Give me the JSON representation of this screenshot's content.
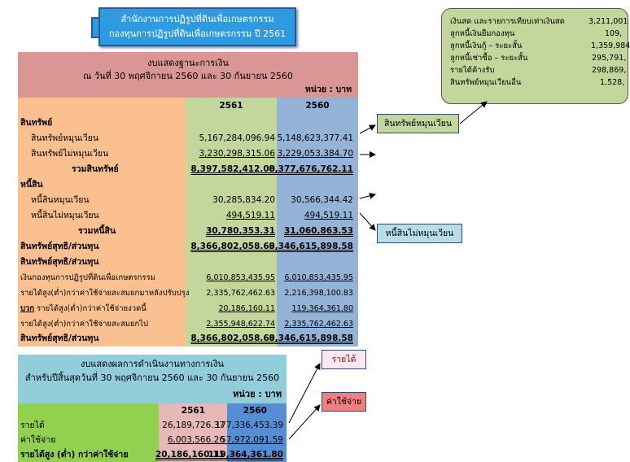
{
  "title": {
    "line1": "สำนักงานการปฏิรูปที่ดินเพื่อเกษตรกรรม",
    "line2": "กองทุนการปฏิรูปที่ดินเพื่อเกษตรกรรม  ปี 2561"
  },
  "balance_sheet": {
    "title": "งบแสดงฐานะการเงิน",
    "subtitle": "ณ  วันที่ 30 พฤศจิกายน 2560 และ 30 กันยายน 2560",
    "unit": "หน่วย : บาท",
    "col_a": "2561",
    "col_b": "2560",
    "rows": [
      {
        "label": "สินทรัพย์",
        "a": "",
        "b": ""
      },
      {
        "label": "สินทรัพย์หมุนเวียน",
        "a": "5,167,284,096.94",
        "b": "5,148,623,377.41"
      },
      {
        "label": "สินทรัพย์ไม่หมุนเวียน",
        "a": "3,230,298,315.06",
        "b": "3,229,053,384.70"
      },
      {
        "label": "รวมสินทรัพย์",
        "a": "8,397,582,412.00",
        "b": "8,377,676,762.11"
      },
      {
        "label": "หนี้สิน",
        "a": "",
        "b": ""
      },
      {
        "label": "หนี้สินหมุนเวียน",
        "a": "30,285,834.20",
        "b": "30,566,344.42"
      },
      {
        "label": "หนี้สินไม่หมุนเวียน",
        "a": "494,519.11",
        "b": "494,519.11"
      },
      {
        "label": "รวมหนี้สิน",
        "a": "30,780,353.31",
        "b": "31,060,863.53"
      },
      {
        "label": "สินทรัพย์สุทธิ/ส่วนทุน",
        "a": "8,366,802,058.69",
        "b": "8,346,615,898.58"
      },
      {
        "label": "สินทรัพย์สุทธิ/ส่วนทุน",
        "a": "",
        "b": ""
      },
      {
        "label": "เงินกองทุนการปฏิรูปที่ดินเพื่อเกษตรกรรม",
        "a": "6,010,853,435.95",
        "b": "6,010,853,435.95"
      },
      {
        "label": "รายได้สูง(ต่ำ)กว่าค่าใช้จ่ายสะสมยกมาหลังปรับปรุง",
        "a": "2,335,762,462.63",
        "b": "2,216,398,100.83"
      },
      {
        "label_prefix": "บวก",
        "label": " รายได้สูง(ต่ำ)กว่าค่าใช้จ่ายงวดนี้",
        "a": "20,186,160.11",
        "b": "119,364,361.80"
      },
      {
        "label": "รายได้สูง(ต่ำ)กว่าค่าใช้จ่ายสะสมยกไป",
        "a": "2,355,948,622.74",
        "b": "2,335,762,462.63"
      },
      {
        "label": "สินทรัพย์สุทธิ/ส่วนทุน",
        "a": "8,366,802,058.69",
        "b": "8,346,615,898.58"
      }
    ]
  },
  "callouts": {
    "current_assets": "สินทรัพย์หมุนเวียน",
    "noncurrent_liabilities": "หนี้สินไม่หมุนเวียน",
    "revenue": "รายได้",
    "expense": "ค่าใช้จ่าย"
  },
  "detail_box": {
    "items": [
      {
        "label": "เงินสด และรายการเทียบเท่าเงินสด",
        "value": "3,211,001"
      },
      {
        "label": "ลูกหนี้เงินยืมกองทุน",
        "value": "109,"
      },
      {
        "label": "ลูกหนี้เงินกู้ – ระยะสั้น",
        "value": "1,359,984"
      },
      {
        "label": "ลูกหนี้เช่าซื้อ – ระยะสั้น",
        "value": "295,791,"
      },
      {
        "label": "รายได้ค้างรับ",
        "value": "298,869,"
      },
      {
        "label": "สินทรัพย์หมุนเวียนอื่น",
        "value": "1,528,"
      }
    ]
  },
  "operating_statement": {
    "title": "งบแสดงผลการดำเนินงานทางการเงิน",
    "subtitle": "สำหรับปีสิ้นสุดวันที่ 30 พฤศจิกายน 2560 และ 30 กันยายน 2560",
    "unit": "หน่วย : บาท",
    "col_a": "2561",
    "col_b": "2560",
    "rows": [
      {
        "label": "รายได้",
        "a": "26,189,726.37",
        "b": "177,336,453.39"
      },
      {
        "label": "ค่าใช้จ่าย",
        "a": "6,003,566.26",
        "b": "57,972,091.59"
      },
      {
        "label": "รายได้สูง (ต่ำ) กว่าค่าใช้จ่าย",
        "a": "20,186,160.11",
        "b": "119,364,361.80"
      }
    ]
  }
}
